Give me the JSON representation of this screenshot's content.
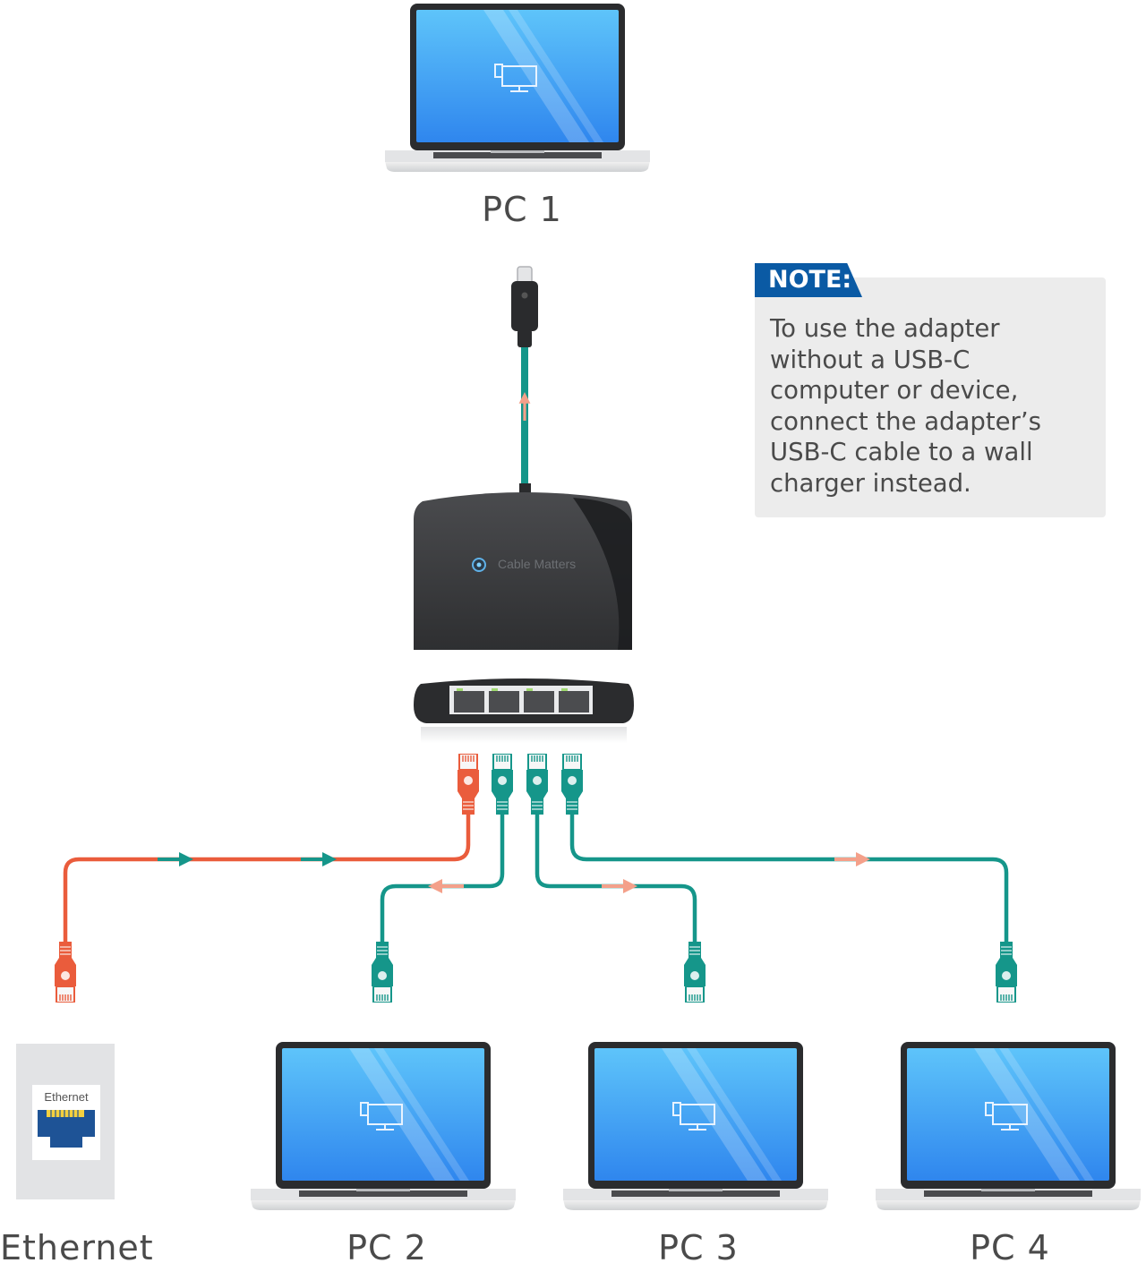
{
  "labels": {
    "pc1": "PC 1",
    "ethernet": "Ethernet",
    "pc2": "PC 2",
    "pc3": "PC 3",
    "pc4": "PC 4"
  },
  "note": {
    "title": "NOTE:",
    "text": "To use the adapter without a USB-C computer or device, connect the adapter’s USB-C cable to a wall charger instead."
  },
  "wall_jack": {
    "label": "Ethernet"
  },
  "adapter": {
    "brand": "Cable Matters"
  },
  "colors": {
    "uplink_cable": "#ea5c3c",
    "lan_cable": "#15968a",
    "flow_arrow": "#f4a08a",
    "note_tag": "#0a5aa4",
    "note_background": "#ececec",
    "screen": "#3fa5f5",
    "adapter_body": "#3a3b3d"
  },
  "icons": {
    "laptop": "laptop-icon",
    "usb_c_plug": "usb-c-plug-icon",
    "rj45_plug": "rj45-plug-icon",
    "wall_jack": "ethernet-wall-jack-icon",
    "network_monitor": "network-monitor-icon"
  }
}
